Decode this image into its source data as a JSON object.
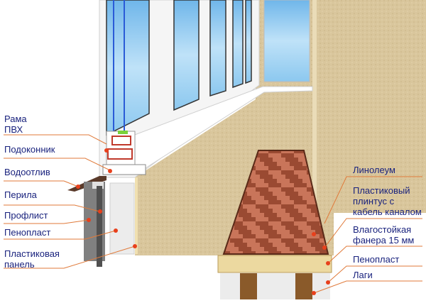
{
  "diagram": {
    "subject": "Balcony insulation and finishing cross-section",
    "colors": {
      "label_text": "#1a237e",
      "leader_line": "#e07a3a",
      "marker_dot": "#e8401c",
      "wall_plaster": "#d8c49a",
      "linoleum_light": "#c9755a",
      "linoleum_dark": "#9a4a32",
      "plywood": "#ecd9a0",
      "foam": "#ececec",
      "joist_wood": "#8a5a2a",
      "sky": "#9fd0f0",
      "pvc_frame": "#f7f7f7"
    },
    "left_labels": [
      {
        "id": "frame",
        "text": "Рама\nПВХ"
      },
      {
        "id": "sill",
        "text": "Подоконник"
      },
      {
        "id": "drip",
        "text": "Водоотлив"
      },
      {
        "id": "railing",
        "text": "Перила"
      },
      {
        "id": "profsheet",
        "text": "Профлист"
      },
      {
        "id": "foam_left",
        "text": "Пенопласт"
      },
      {
        "id": "panel",
        "text": "Пластиковая\nпанель"
      }
    ],
    "right_labels": [
      {
        "id": "linoleum",
        "text": "Линолеум"
      },
      {
        "id": "skirting",
        "text": "Пластиковый\nплинтус с\nкабель каналом"
      },
      {
        "id": "plywood",
        "text": "Влагостойкая\nфанера 15 мм"
      },
      {
        "id": "foam_right",
        "text": "Пенопласт"
      },
      {
        "id": "joists",
        "text": "Лаги"
      }
    ]
  }
}
